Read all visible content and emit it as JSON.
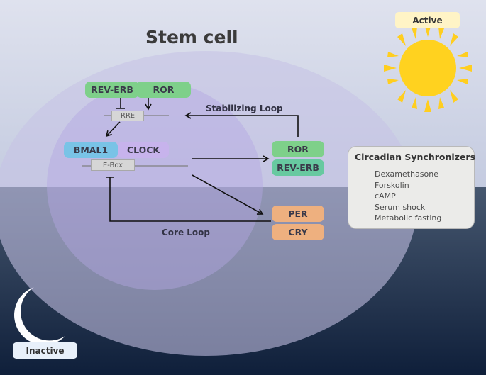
{
  "title": "Stem cell",
  "states": {
    "day": "Active",
    "night": "Inactive"
  },
  "stabilizing_loop": {
    "label": "Stabilizing Loop",
    "element": "RRE",
    "top_proteins": [
      "REV-ERB",
      "ROR"
    ],
    "targets": [
      "ROR",
      "REV-ERB"
    ]
  },
  "core_loop": {
    "label": "Core Loop",
    "element": "E-Box",
    "activators": [
      "BMAL1",
      "CLOCK"
    ],
    "repressors": [
      "PER",
      "CRY"
    ]
  },
  "synchronizers": {
    "title": "Circadian Synchronizers",
    "items": [
      "Dexamethasone",
      "Forskolin",
      "cAMP",
      "Serum shock",
      "Metabolic fasting"
    ]
  },
  "colors": {
    "sky": "#c9cfe3",
    "sea_top": "#43546f",
    "sea_bottom": "#0f1f3a",
    "cell_outer": "#c3bfe3",
    "cell_inner": "#b4a6e0",
    "sun": "#ffce1f",
    "green": "#7ed08a",
    "teal": "#67c9a0",
    "blue": "#79c3e6",
    "lavender": "#c7b3ec",
    "peach": "#eeb07f"
  }
}
